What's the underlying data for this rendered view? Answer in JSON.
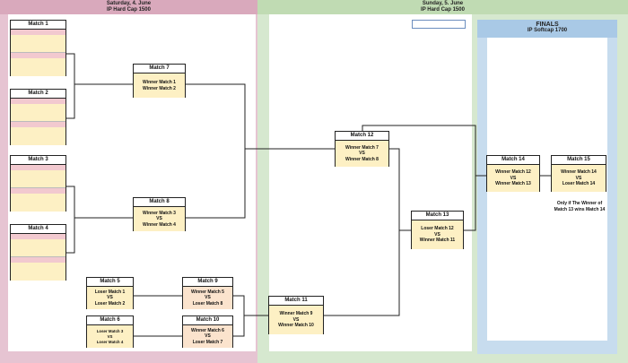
{
  "days": {
    "saturday": {
      "date": "Saturday, 4. June",
      "cap": "IP Hard Cap 1500"
    },
    "sunday": {
      "date": "Sunday, 5. June",
      "cap": "IP Hard Cap 1500"
    }
  },
  "finals": {
    "title": "FINALS",
    "cap": "IP Softcap 1700"
  },
  "matches": {
    "m1": {
      "title": "Match 1"
    },
    "m2": {
      "title": "Match 2"
    },
    "m3": {
      "title": "Match 3"
    },
    "m4": {
      "title": "Match 4"
    },
    "m5": {
      "title": "Match 5",
      "line1": "Loser Match 1",
      "vs": "VS",
      "line2": "Loser Match 2"
    },
    "m6": {
      "title": "Match 6",
      "line1": "Loser Match 3",
      "vs": "VS",
      "line2": "Loser Match 4"
    },
    "m7": {
      "title": "Match 7",
      "line1": "Winner Match 1",
      "line2": "Winner Match 2"
    },
    "m8": {
      "title": "Match 8",
      "line1": "Winner Match 3",
      "vs": "VS",
      "line2": "Winner Match 4"
    },
    "m9": {
      "title": "Match 9",
      "line1": "Winner Match 5",
      "vs": "VS",
      "line2": "Loser Match 8"
    },
    "m10": {
      "title": "Match 10",
      "line1": "Winner Match 6",
      "vs": "VS",
      "line2": "Loser Match 7"
    },
    "m11": {
      "title": "Match 11",
      "line1": "Winner Match 9",
      "vs": "VS",
      "line2": "Winner Match 10"
    },
    "m12": {
      "title": "Match 12",
      "line1": "Winner Match 7",
      "vs": "VS",
      "line2": "Winner Match 8"
    },
    "m13": {
      "title": "Match 13",
      "line1": "Loser Match 12",
      "vs": "VS",
      "line2": "Winner Match 11"
    },
    "m14": {
      "title": "Match 14",
      "line1": "Winner Match 12",
      "vs": "VS",
      "line2": "Winner Match 13"
    },
    "m15": {
      "title": "Match 15",
      "line1": "Winner Match 14",
      "vs": "VS",
      "line2": "Loser Match 14"
    }
  },
  "note": {
    "line1": "Only if The Winner of",
    "line2": "Match 13 wins Match 14"
  },
  "colors": {
    "saturday": "#e6c4d2",
    "sunday": "#d6e8cf",
    "finals": "#c7dcee",
    "card": "#fdf0c4",
    "slot_pink": "#f2c9cf"
  }
}
